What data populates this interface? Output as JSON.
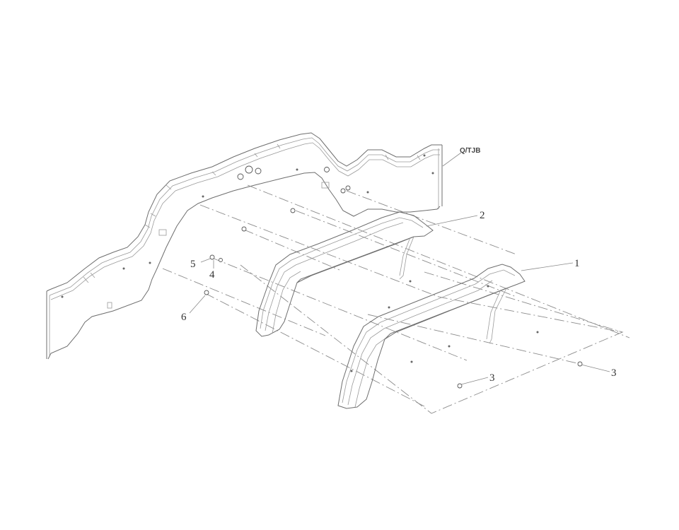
{
  "diagram": {
    "callouts": [
      {
        "id": "c1",
        "label": "1"
      },
      {
        "id": "c2",
        "label": "2"
      },
      {
        "id": "c3a",
        "label": "3"
      },
      {
        "id": "c3b",
        "label": "3"
      },
      {
        "id": "c4",
        "label": "4"
      },
      {
        "id": "c5",
        "label": "5"
      },
      {
        "id": "c6",
        "label": "6"
      }
    ],
    "frame_tag": "Q/TJB"
  }
}
